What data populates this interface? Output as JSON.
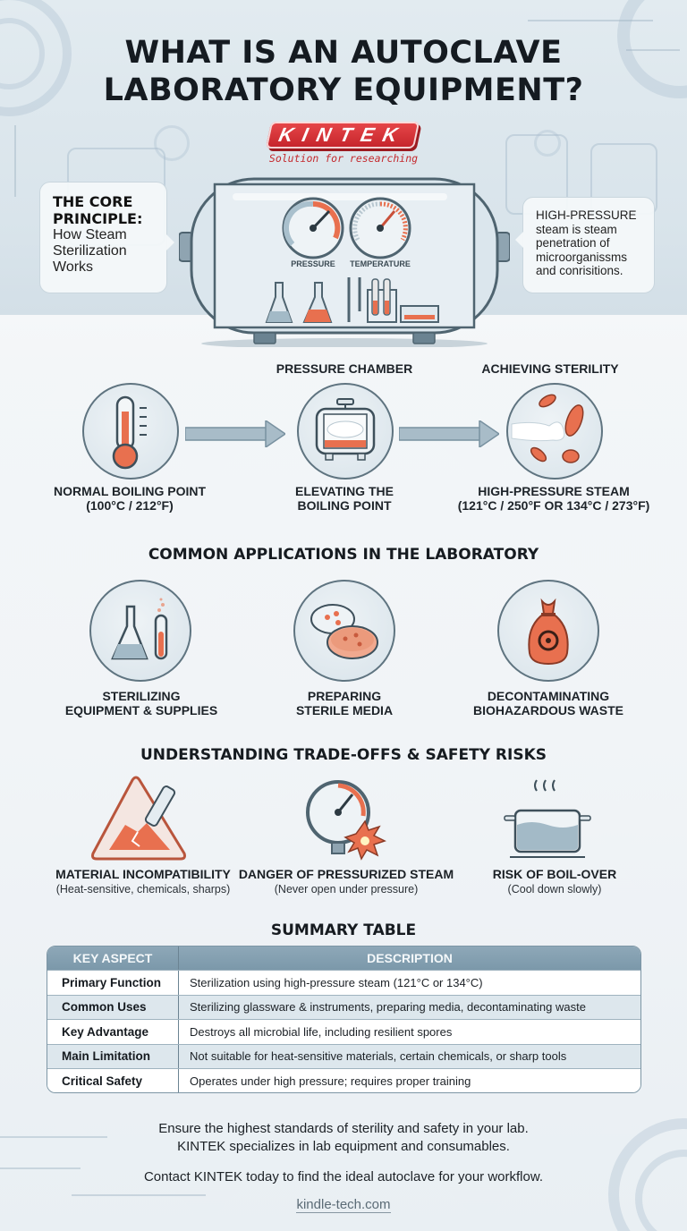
{
  "header": {
    "title_line1": "WHAT IS AN AUTOCLAVE",
    "title_line2": "LABORATORY EQUIPMENT?",
    "brand": "KINTEK",
    "tagline": "Solution for researching"
  },
  "hero": {
    "left_callout": {
      "heading_line1": "THE CORE",
      "heading_line2": "PRINCIPLE:",
      "sub_line1": "How Steam",
      "sub_line2": "Sterilization",
      "sub_line3": "Works"
    },
    "right_callout": {
      "line1": "HIGH-PRESSURE",
      "line2": "steam is steam",
      "line3": "penetration of",
      "line4": "microorganissms",
      "line5": "and conrisitions."
    },
    "gauges": {
      "pressure_label": "PRESSURE",
      "temperature_label": "TEMPERATURE"
    }
  },
  "process": {
    "steps": [
      {
        "top_label": "",
        "icon": "thermometer-icon",
        "line1": "NORMAL BOILING POINT",
        "line2": "(100°C / 212°F)"
      },
      {
        "top_label": "PRESSURE CHAMBER",
        "icon": "pressure-chamber-icon",
        "line1": "ELEVATING THE",
        "line2": "BOILING POINT"
      },
      {
        "top_label": "ACHIEVING STERILITY",
        "icon": "steam-bacteria-icon",
        "line1": "HIGH-PRESSURE STEAM",
        "line2": "(121°C / 250°F OR 134°C / 273°F)"
      }
    ]
  },
  "applications": {
    "title": "COMMON APPLICATIONS IN THE LABORATORY",
    "items": [
      {
        "icon": "flask-test-tube-icon",
        "line1": "STERILIZING",
        "line2": "EQUIPMENT & SUPPLIES"
      },
      {
        "icon": "petri-dish-icon",
        "line1": "PREPARING",
        "line2": "STERILE MEDIA"
      },
      {
        "icon": "biohazard-bag-icon",
        "line1": "DECONTAMINATING",
        "line2": "BIOHAZARDOUS WASTE"
      }
    ]
  },
  "risks": {
    "title": "UNDERSTANDING TRADE-OFFS & SAFETY RISKS",
    "items": [
      {
        "icon": "warning-broken-glass-icon",
        "title": "MATERIAL INCOMPATIBILITY",
        "sub": "(Heat-sensitive, chemicals, sharps)"
      },
      {
        "icon": "pressure-gauge-burst-icon",
        "title": "DANGER OF PRESSURIZED STEAM",
        "sub": "(Never open under pressure)"
      },
      {
        "icon": "boiling-pot-icon",
        "title": "RISK OF BOIL-OVER",
        "sub": "(Cool down slowly)"
      }
    ]
  },
  "summary": {
    "title": "SUMMARY TABLE",
    "headers": [
      "KEY ASPECT",
      "DESCRIPTION"
    ],
    "rows": [
      {
        "aspect": "Primary Function",
        "description": "Sterilization using high-pressure steam (121°C or 134°C)"
      },
      {
        "aspect": "Common Uses",
        "description": "Sterilizing glassware & instruments, preparing media, decontaminating waste"
      },
      {
        "aspect": "Key Advantage",
        "description": "Destroys all microbial life, including resilient spores"
      },
      {
        "aspect": "Main Limitation",
        "description": "Not suitable for heat-sensitive materials, certain chemicals, or sharp tools"
      },
      {
        "aspect": "Critical Safety",
        "description": "Operates under high pressure; requires proper training"
      }
    ]
  },
  "footer": {
    "line1": "Ensure the highest standards of sterility and safety in your lab.",
    "line2": "KINTEK specializes in lab equipment and consumables.",
    "cta": "Contact KINTEK today to find the ideal autoclave for your workflow.",
    "link": "kindle-tech.com"
  },
  "colors": {
    "accent_orange": "#e8704f",
    "brand_red": "#d6282e",
    "steel_blue": "#7b98aa",
    "outline": "#5f7480"
  }
}
